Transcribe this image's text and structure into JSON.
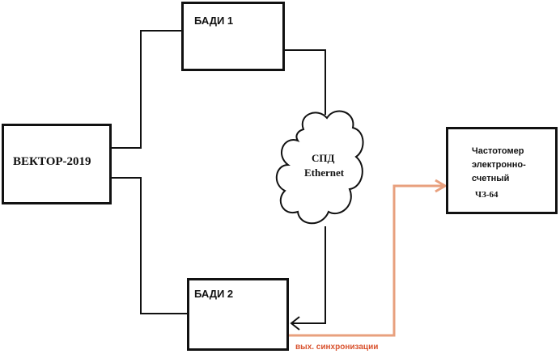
{
  "nodes": {
    "vector": "ВЕКТОР-2019",
    "badi1": "БАДИ 1",
    "badi2": "БАДИ 2",
    "network": {
      "line1": "СПД",
      "line2": "Ethernet"
    },
    "frequency_meter": {
      "line1": "Частотомер",
      "line2": "электронно-",
      "line3": "счетный",
      "line4": "ЧЗ-64"
    }
  },
  "edges": {
    "sync_output_label": "вых. синхронизации"
  },
  "colors": {
    "line": "#111111",
    "sync_line": "#e8a07e",
    "sync_label": "#d9532f"
  }
}
